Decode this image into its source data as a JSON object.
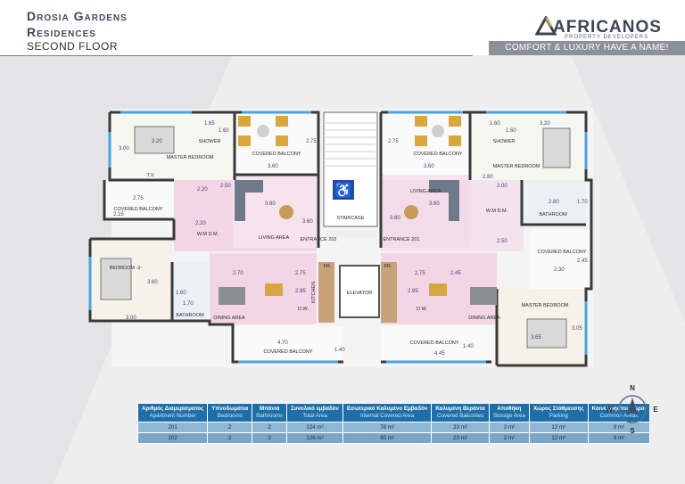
{
  "header": {
    "title_line1": "Drosia Gardens",
    "title_line2": "Residences",
    "floor": "SECOND FLOOR"
  },
  "brand": {
    "name": "AFRICANOS",
    "subtitle": "PROPERTY DEVELOPERS",
    "tagline": "COMFORT & LUXURY HAVE A NAME!"
  },
  "plan_labels": {
    "master_bedroom": "MASTER BEDROOM",
    "shower": "SHOWER",
    "covered_balcony": "COVERED BALCONY",
    "living_area": "LIVING AREA",
    "staircase": "STAIRCASE",
    "entrance_202": "ENTRANCE 202",
    "entrance_201": "ENTRANCE 201",
    "bedroom_2": "BEDROOM -2-",
    "bathroom": "BATHROOM",
    "dining_area": "DINING AREA",
    "kitchen": "KITCHEN",
    "elevator": "ELEVATOR",
    "wm_dm": "W.M D.M.",
    "tv": "T.V.",
    "dw": "D.W.",
    "fr": "FR."
  },
  "dimensions": [
    "3.20",
    "1.65",
    "1.60",
    "2.75",
    "3.60",
    "3.00",
    "2.20",
    "2.50",
    "2.75",
    "2.15",
    "3.60",
    "3.60",
    "2.20",
    "2.70",
    "2.75",
    "2.95",
    "3.60",
    "1.60",
    "1.70",
    "3.00",
    "4.70",
    "1.40",
    "2.75",
    "3.60",
    "1.60",
    "1.60",
    "3.20",
    "2.80",
    "2.00",
    "2.80",
    "1.70",
    "3.60",
    "3.60",
    "2.50",
    "2.75",
    "2.45",
    "2.95",
    "2.30",
    "2.45",
    "3.05",
    "3.65",
    "4.45",
    "1.40"
  ],
  "table": {
    "headers": [
      {
        "gr": "Αριθμός Διαμερίσματος",
        "en": "Apartment Number"
      },
      {
        "gr": "Υπνοδωμάτια",
        "en": "Bedrooms"
      },
      {
        "gr": "Μπάνια",
        "en": "Bathrooms"
      },
      {
        "gr": "Συνολικό εμβαδόν",
        "en": "Total Area"
      },
      {
        "gr": "Εσωτερικό Καλυμένο Εμβαδόν",
        "en": "Internal Covered Area"
      },
      {
        "gr": "Καλυμένη Βεράντα",
        "en": "Covered Balconies"
      },
      {
        "gr": "Αποθήκη",
        "en": "Storage Area"
      },
      {
        "gr": "Χώρος Στάθμευσης",
        "en": "Parking"
      },
      {
        "gr": "Κοινόχρηστοι Χώροι",
        "en": "Common Areas"
      }
    ],
    "rows": [
      [
        "201",
        "2",
        "2",
        "124 m²",
        "78 m²",
        "23 m²",
        "2 m²",
        "12 m²",
        "9 m²"
      ],
      [
        "202",
        "2",
        "2",
        "126 m²",
        "80 m²",
        "23 m²",
        "2 m²",
        "12 m²",
        "9 m²"
      ]
    ]
  },
  "compass": {
    "n": "N",
    "s": "S",
    "e": "E",
    "w": "W"
  }
}
